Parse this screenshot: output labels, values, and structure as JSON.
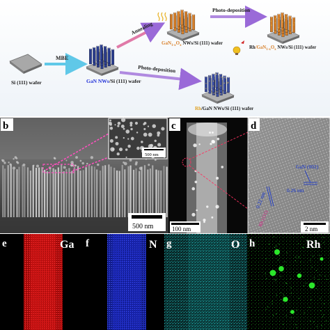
{
  "schematic": {
    "substrate_label": "Si (111) wafer",
    "arrow_mbe": "MBE",
    "gan_label_a": "GaN NWs",
    "gan_label_b": "/Si (111) wafer",
    "arrow_annealing": "Annealing",
    "ganox_label_a": "GaN",
    "ganox_sub": "1-x",
    "ganox_label_b": "O",
    "ganox_sub2": "x",
    "ganox_label_c": " NWs/Si (111) wafer",
    "arrow_photo_top": "Photo-deposition",
    "rh_ganox_rh": "Rh",
    "rh_ganox_a": "/GaN",
    "rh_ganox_sub": "1-x",
    "rh_ganox_b": "O",
    "rh_ganox_sub2": "x",
    "rh_ganox_c": " NWs/Si (111) wafer",
    "arrow_photo_bottom": "Photo-deposition",
    "rh_gan_rh": "Rh",
    "rh_gan_rest": "/GaN NWs/Si (111) wafer",
    "colors": {
      "gan_nw": "#2a3d8f",
      "ganox_nw": "#d8802a",
      "rh_gan_nw": "#3a4da0",
      "arrow": "#60c8e8"
    }
  },
  "panels": {
    "b": {
      "letter": "b",
      "scalebar": "500 nm",
      "inset_scalebar": "500 nm"
    },
    "c": {
      "letter": "c",
      "scalebar": "100 nm"
    },
    "d": {
      "letter": "d",
      "lattice_label": "GaN (002)",
      "spacing_1": "0.26 nm",
      "spacing_2": "0.22 nm",
      "rh_plane": "Rh (111)",
      "scalebar": "2 nm"
    },
    "e": {
      "letter": "e",
      "element": "Ga",
      "color": "#e01818"
    },
    "f": {
      "letter": "f",
      "element": "N",
      "color": "#1f2fd8"
    },
    "g": {
      "letter": "g",
      "element": "O",
      "color": "#20c8c8"
    },
    "h": {
      "letter": "h",
      "element": "Rh",
      "color": "#28e028"
    }
  }
}
